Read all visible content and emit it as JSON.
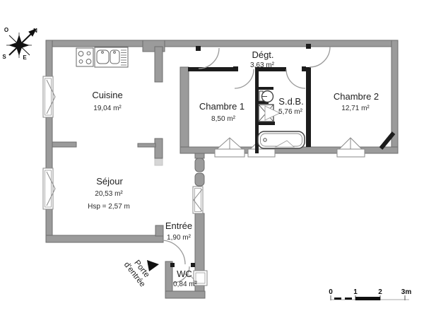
{
  "plan": {
    "rooms": [
      {
        "name": "Cuisine",
        "area": "19,04 m²"
      },
      {
        "name": "Séjour",
        "area": "20,53 m²",
        "ceiling_height": "Hsp = 2,57 m"
      },
      {
        "name": "Chambre 1",
        "area": "8,50 m²"
      },
      {
        "name": "Dégt.",
        "area": "3,63 m²"
      },
      {
        "name": "S.d.B.",
        "area": "5,76 m²"
      },
      {
        "name": "Chambre 2",
        "area": "12,71 m²"
      },
      {
        "name": "Entrée",
        "area": "1,90 m²"
      },
      {
        "name": "WC",
        "area": "0,84 m²"
      }
    ],
    "entry_door_label": "Porte d'entrée",
    "compass": {
      "north": "N",
      "south": "S",
      "east": "E",
      "west": "O"
    },
    "scale_bar": {
      "ticks": [
        "0",
        "1",
        "2",
        "3m"
      ]
    },
    "colors": {
      "exterior_wall": "#9b9b9b",
      "interior_wall": "#1c1c1c",
      "background": "#ffffff"
    }
  }
}
